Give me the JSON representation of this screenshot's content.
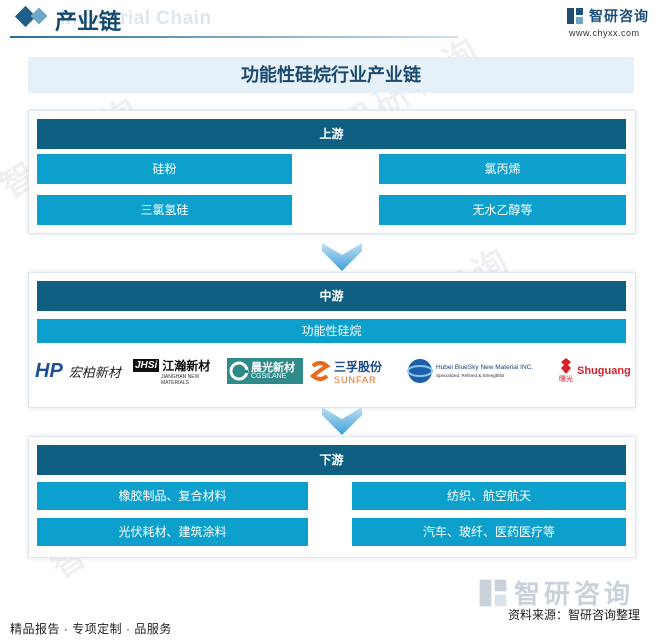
{
  "header": {
    "title": "产业链",
    "bg_text": "Industrial Chain",
    "brand_name": "智研咨询",
    "brand_url": "www.chyxx.com",
    "brand_icon": "chyxx-logo-icon"
  },
  "main_title": "功能性硅烷行业产业链",
  "upstream": {
    "label": "上游",
    "items": [
      "硅粉",
      "氯丙烯",
      "三氯氢硅",
      "无水乙醇等"
    ]
  },
  "midstream": {
    "label": "中游",
    "product": "功能性硅烷",
    "logos": [
      {
        "icon": "hongbai-logo",
        "mark": "HP",
        "text": "宏柏新材"
      },
      {
        "icon": "jianghan-logo",
        "mark": "JHSi",
        "text": "江瀚新材",
        "sub": "JIANGHAN NEW MATERIALS"
      },
      {
        "icon": "chenguang-logo",
        "text": "晨光新材",
        "sub": "CGSILANE"
      },
      {
        "icon": "sunfar-logo",
        "text": "三孚股份",
        "sub": "SUNFAR"
      },
      {
        "icon": "hubei-bluesky-logo",
        "text": "Hubei BlueSky New Material INC.",
        "sub": "Specialized, Refined & Strengthful"
      },
      {
        "icon": "shuguang-logo",
        "text": "Shuguang",
        "sub": "曙光"
      }
    ]
  },
  "downstream": {
    "label": "下游",
    "items": [
      "橡胶制品、复合材料",
      "纺织、航空航天",
      "光伏耗材、建筑涂料",
      "汽车、玻纤、医药医疗等"
    ]
  },
  "footer": {
    "services": "精品报告 · 专项定制 · 品服务",
    "source": "资料来源：智研咨询整理",
    "brand_big": "智研咨询"
  },
  "colors": {
    "header_bar": "#0f5f82",
    "cell": "#0ea0cc",
    "title_bg": "#e6f0f8",
    "arrow": "#4aa8dc"
  }
}
